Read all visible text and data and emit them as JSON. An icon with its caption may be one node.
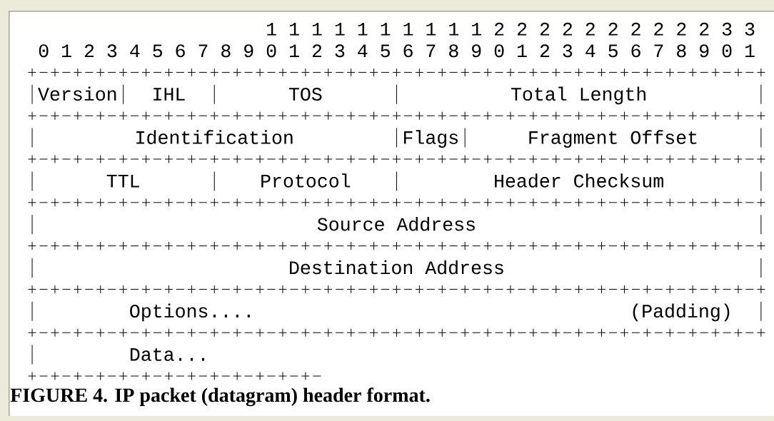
{
  "diagram": {
    "caption": "FIGURE 4. IP packet (datagram) header format.",
    "nodes": [
      {
        "text": [
          "Version"
        ]
      },
      {
        "text": [
          "IHL"
        ]
      },
      {
        "text": [
          "TOS"
        ]
      },
      {
        "text": [
          "Total Length"
        ]
      },
      {
        "text": [
          "Identification"
        ]
      },
      {
        "text": [
          "Flags"
        ]
      },
      {
        "text": [
          "Fragment Offset"
        ]
      },
      {
        "text": [
          "TTL"
        ]
      },
      {
        "text": [
          "Protocol"
        ]
      },
      {
        "text": [
          "Header Checksum"
        ]
      },
      {
        "text": [
          "Source Address"
        ]
      },
      {
        "text": [
          "Destination Address"
        ]
      },
      {
        "text": [
          "Options....",
          "(Padding)"
        ]
      },
      {
        "text": [
          "Data..."
        ]
      }
    ],
    "labels": [
      "1 1 1 1 1 1 1 1 1 1 2 2 2 2 2 2 2 2 2 2 3 3",
      "0 1 2 3 4 5 6 7 8 9 0 1 2 3 4 5 6 7 8 9 0 1 2 3 4 5 6 7 8 9 0 1"
    ]
  }
}
